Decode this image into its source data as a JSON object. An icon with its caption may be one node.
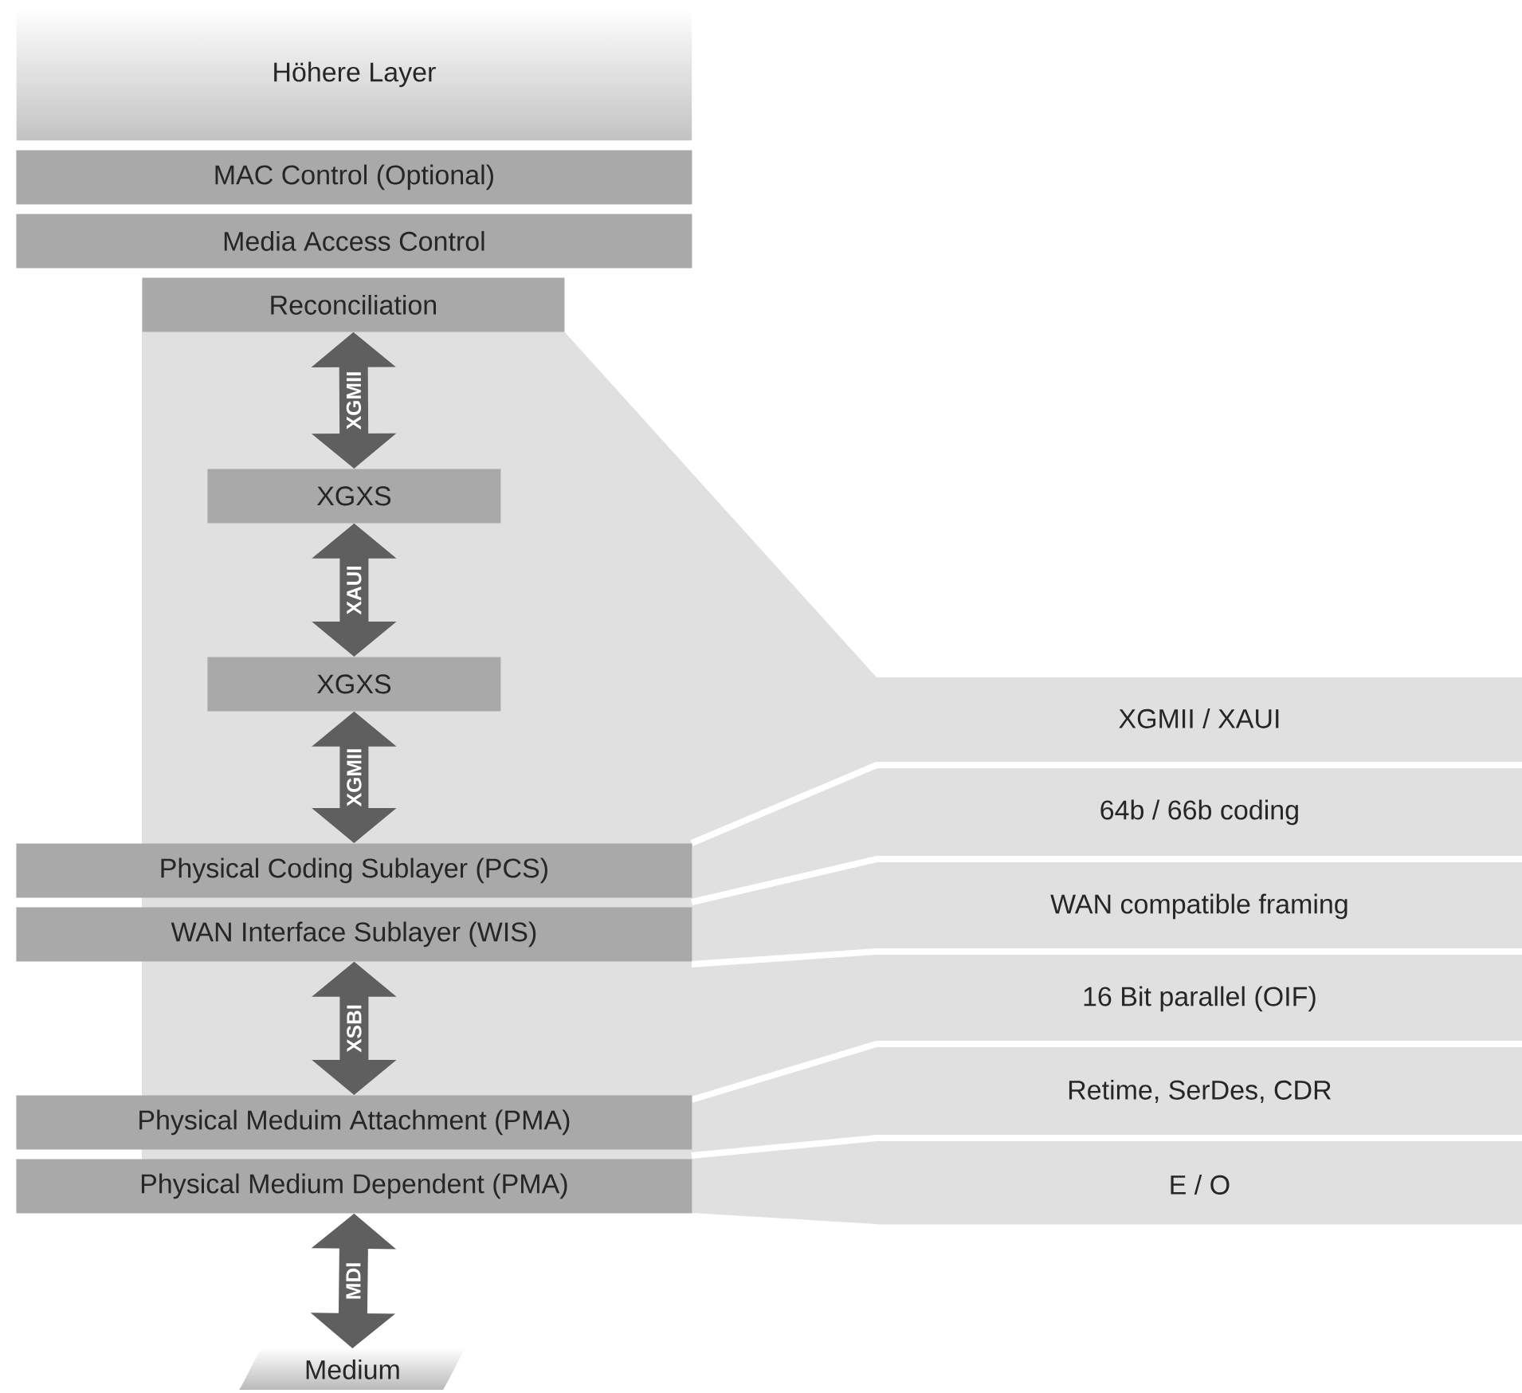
{
  "diagram": {
    "nodes": [
      {
        "text": [
          "Höhere Layer"
        ]
      },
      {
        "text": [
          "MAC Control (Optional)"
        ]
      },
      {
        "text": [
          "Media Access Control"
        ]
      },
      {
        "text": [
          "Reconciliation"
        ]
      },
      {
        "text": [
          "XGXS"
        ]
      },
      {
        "text": [
          "XGXS"
        ]
      },
      {
        "text": [
          "Physical Coding Sublayer (PCS)"
        ]
      },
      {
        "text": [
          "WAN Interface Sublayer (WIS)"
        ]
      },
      {
        "text": [
          "Physical Meduim Attachment (PMA)"
        ]
      },
      {
        "text": [
          "Physical Medium Dependent (PMA)"
        ]
      },
      {
        "text": [
          "Medium"
        ]
      },
      {
        "text": [
          "XGMII / XAUI"
        ]
      },
      {
        "text": [
          "64b / 66b coding"
        ]
      },
      {
        "text": [
          "WAN compatible framing"
        ]
      },
      {
        "text": [
          "16 Bit parallel (OIF)"
        ]
      },
      {
        "text": [
          "Retime, SerDes, CDR"
        ]
      },
      {
        "text": [
          "E / O"
        ]
      }
    ],
    "edges": [
      {
        "from": 3,
        "to": 4,
        "arrow": "both",
        "label": "XGMII"
      },
      {
        "from": 4,
        "to": 5,
        "arrow": "both",
        "label": "XAUI"
      },
      {
        "from": 5,
        "to": 6,
        "arrow": "both",
        "label": "XGMII"
      },
      {
        "from": 7,
        "to": 8,
        "arrow": "both",
        "label": "XSBI"
      },
      {
        "from": 9,
        "to": 10,
        "arrow": "both",
        "label": "MDI"
      }
    ]
  }
}
